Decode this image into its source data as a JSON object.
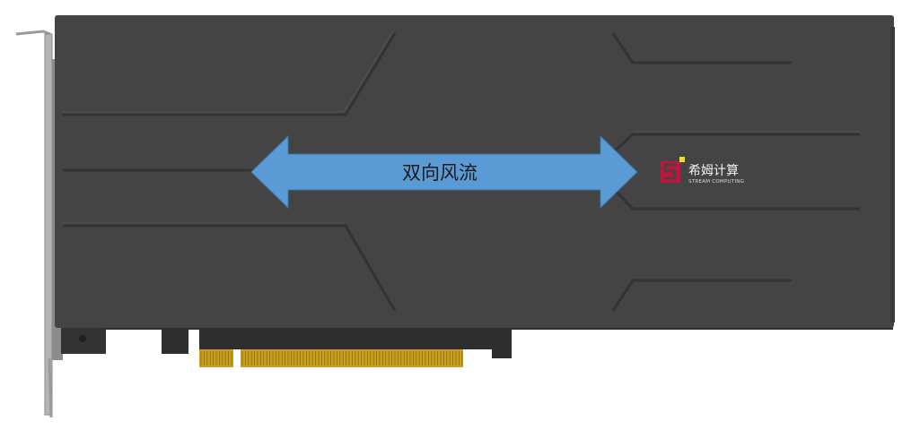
{
  "airflow": {
    "label": "双向风流",
    "arrow_color": "#5b9bd5"
  },
  "brand": {
    "name_cn": "希姆计算",
    "name_en": "STREAM COMPUTING",
    "logo_color": "#c4143c",
    "logo_accent_color": "#f0e020"
  },
  "card": {
    "shroud_color": "#444444",
    "groove_color": "#333333",
    "pcb_color": "#2e2e2e",
    "bracket_color": "#9a9a9a",
    "gold_finger_color": "#c8a020"
  }
}
